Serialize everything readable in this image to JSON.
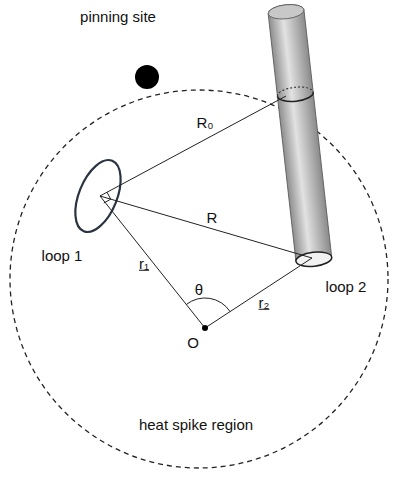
{
  "diagram": {
    "labels": [
      "pinning site",
      "R₀",
      "loop 1",
      "R",
      "r₁",
      "θ",
      "O",
      "r₂",
      "loop 2",
      "heat spike region"
    ]
  }
}
